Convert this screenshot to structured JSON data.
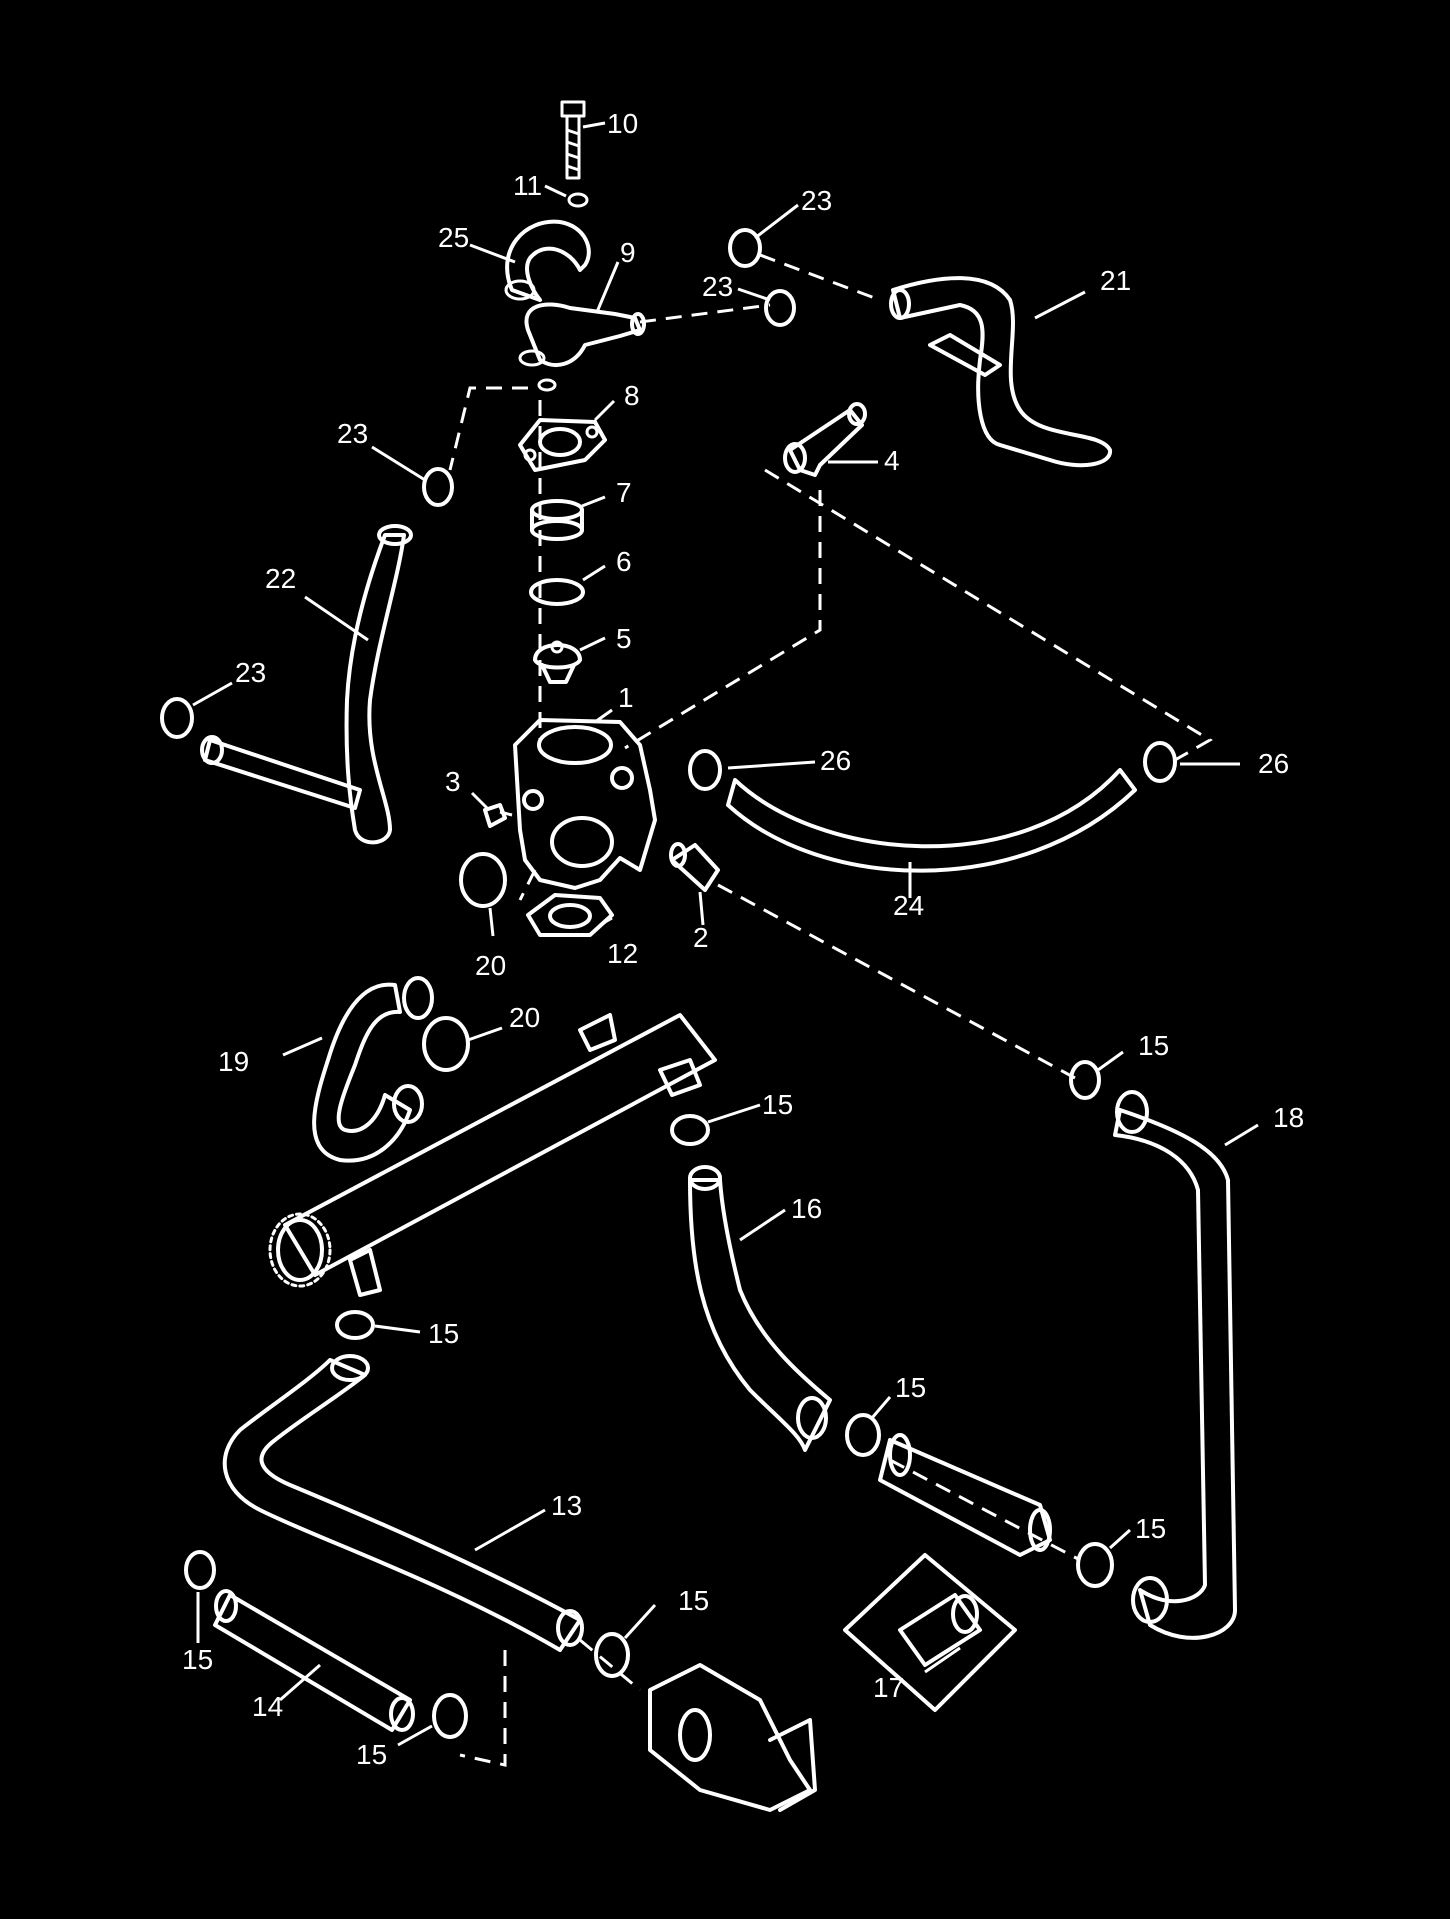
{
  "diagram": {
    "callouts": [
      "10",
      "11",
      "25",
      "9",
      "23",
      "23",
      "21",
      "8",
      "23",
      "4",
      "7",
      "22",
      "6",
      "5",
      "23",
      "1",
      "26",
      "26",
      "3",
      "24",
      "20",
      "12",
      "2",
      "20",
      "15",
      "19",
      "15",
      "18",
      "16",
      "15",
      "15",
      "15",
      "13",
      "15",
      "15",
      "17",
      "14",
      "15"
    ]
  }
}
